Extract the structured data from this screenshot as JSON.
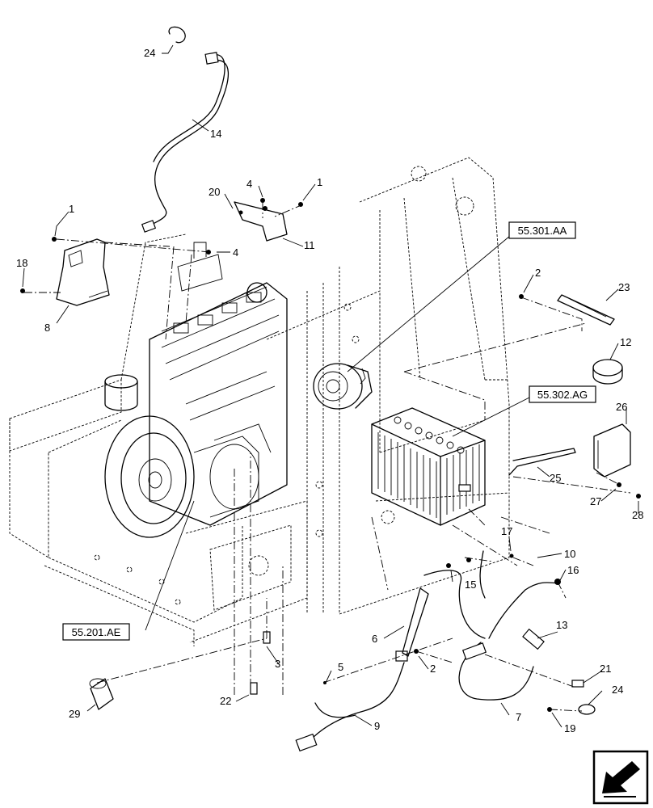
{
  "references": {
    "ref_55_301_aa": "55.301.AA",
    "ref_55_302_ag": "55.302.AG",
    "ref_55_201_ae": "55.201.AE"
  },
  "callouts": {
    "c24_top": "24",
    "c14": "14",
    "c20": "20",
    "c4_top": "4",
    "c1_top": "1",
    "c1_left": "1",
    "c11": "11",
    "c4_mid": "4",
    "c18": "18",
    "c8": "8",
    "c2_top": "2",
    "c23": "23",
    "c12": "12",
    "c26": "26",
    "c25": "25",
    "c27": "27",
    "c28": "28",
    "c17": "17",
    "c10": "10",
    "c15": "15",
    "c16": "16",
    "c6": "6",
    "c13": "13",
    "c2_bottom": "2",
    "c3": "3",
    "c5": "5",
    "c21": "21",
    "c22": "22",
    "c24_bottom": "24",
    "c29": "29",
    "c9": "9",
    "c7": "7",
    "c19": "19"
  },
  "icons": {
    "direction": "front-arrow-icon"
  }
}
